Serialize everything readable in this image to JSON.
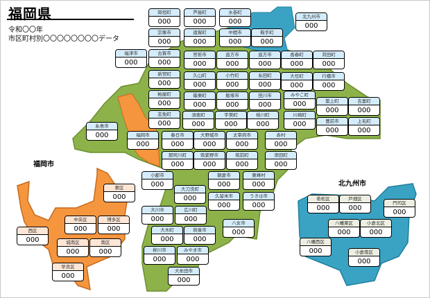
{
  "title": "福岡県",
  "subtitle1": "令和〇〇年",
  "subtitle2": "市区町村別〇〇〇〇〇〇〇〇データ",
  "headings": {
    "fukuoka": "福岡市",
    "kitakyushu": "北九州市"
  },
  "colors": {
    "prefecture": "#8db24a",
    "fukuoka_city": "#f5953e",
    "kitakyushu_city": "#3aa3c4",
    "label_blue": "#d4ecfb",
    "label_peach": "#fde6d6",
    "label_gray": "#ecefe2"
  },
  "boxes": [
    {
      "label": "岡垣町",
      "value": "000"
    },
    {
      "label": "芦屋町",
      "value": "000"
    },
    {
      "label": "水巻町",
      "value": "000"
    },
    {
      "label": "北九州市",
      "value": "000"
    },
    {
      "label": "宗像市",
      "value": "000"
    },
    {
      "label": "遠賀町",
      "value": "000"
    },
    {
      "label": "中間市",
      "value": "000"
    },
    {
      "label": "鞍手町",
      "value": "000"
    },
    {
      "label": "福津市",
      "value": "000"
    },
    {
      "label": "古賀市",
      "value": "000"
    },
    {
      "label": "宮若市",
      "value": "000"
    },
    {
      "label": "直方市",
      "value": "000"
    },
    {
      "label": "直方市",
      "value": "000"
    },
    {
      "label": "香春町",
      "value": "000"
    },
    {
      "label": "苅田町",
      "value": "000"
    },
    {
      "label": "新宮町",
      "value": "000"
    },
    {
      "label": "久山町",
      "value": "000"
    },
    {
      "label": "小竹町",
      "value": "000"
    },
    {
      "label": "糸田町",
      "value": "000"
    },
    {
      "label": "大任町",
      "value": "000"
    },
    {
      "label": "行橋市",
      "value": "000"
    },
    {
      "label": "粕屋町",
      "value": "000"
    },
    {
      "label": "篠栗町",
      "value": "000"
    },
    {
      "label": "飯塚市",
      "value": "000"
    },
    {
      "label": "田川市",
      "value": "000"
    },
    {
      "label": "みやこ町",
      "value": "000"
    },
    {
      "label": "志免町",
      "value": "000"
    },
    {
      "label": "須恵町",
      "value": "000"
    },
    {
      "label": "宇美町",
      "value": "000"
    },
    {
      "label": "桂川町",
      "value": "000"
    },
    {
      "label": "川崎町",
      "value": "000"
    },
    {
      "label": "築上町",
      "value": "000"
    },
    {
      "label": "吉富町",
      "value": "000"
    },
    {
      "label": "豊前市",
      "value": "000"
    },
    {
      "label": "上毛町",
      "value": "000"
    },
    {
      "label": "糸島市",
      "value": "000"
    },
    {
      "label": "福岡市",
      "value": "000"
    },
    {
      "label": "春日市",
      "value": "000"
    },
    {
      "label": "大野城市",
      "value": "000"
    },
    {
      "label": "太宰府市",
      "value": "000"
    },
    {
      "label": "赤村",
      "value": "000"
    },
    {
      "label": "那珂川町",
      "value": "000"
    },
    {
      "label": "筑紫野市",
      "value": "000"
    },
    {
      "label": "筑前町",
      "value": "000"
    },
    {
      "label": "添田町",
      "value": "000"
    },
    {
      "label": "小郡市",
      "value": "000"
    },
    {
      "label": "朝倉市",
      "value": "000"
    },
    {
      "label": "東峰村",
      "value": "000"
    },
    {
      "label": "大刀洗町",
      "value": "000"
    },
    {
      "label": "久留米市",
      "value": "000"
    },
    {
      "label": "うきは市",
      "value": "000"
    },
    {
      "label": "大川市",
      "value": "000"
    },
    {
      "label": "広川町",
      "value": "000"
    },
    {
      "label": "八女市",
      "value": "000"
    },
    {
      "label": "大木町",
      "value": "000"
    },
    {
      "label": "筑後市",
      "value": "000"
    },
    {
      "label": "柳川市",
      "value": "000"
    },
    {
      "label": "みやま市",
      "value": "000"
    },
    {
      "label": "大牟田市",
      "value": "000"
    },
    {
      "label": "東区",
      "value": "000"
    },
    {
      "label": "中央区",
      "value": "000"
    },
    {
      "label": "博多区",
      "value": "000"
    },
    {
      "label": "西区",
      "value": "000"
    },
    {
      "label": "城南区",
      "value": "000"
    },
    {
      "label": "南区",
      "value": "000"
    },
    {
      "label": "早良区",
      "value": "000"
    },
    {
      "label": "若松区",
      "value": "000"
    },
    {
      "label": "戸畑区",
      "value": "000"
    },
    {
      "label": "門司区",
      "value": "000"
    },
    {
      "label": "八幡東区",
      "value": "000"
    },
    {
      "label": "小倉北区",
      "value": "000"
    },
    {
      "label": "八幡西区",
      "value": "000"
    },
    {
      "label": "小倉南区",
      "value": "000"
    }
  ]
}
